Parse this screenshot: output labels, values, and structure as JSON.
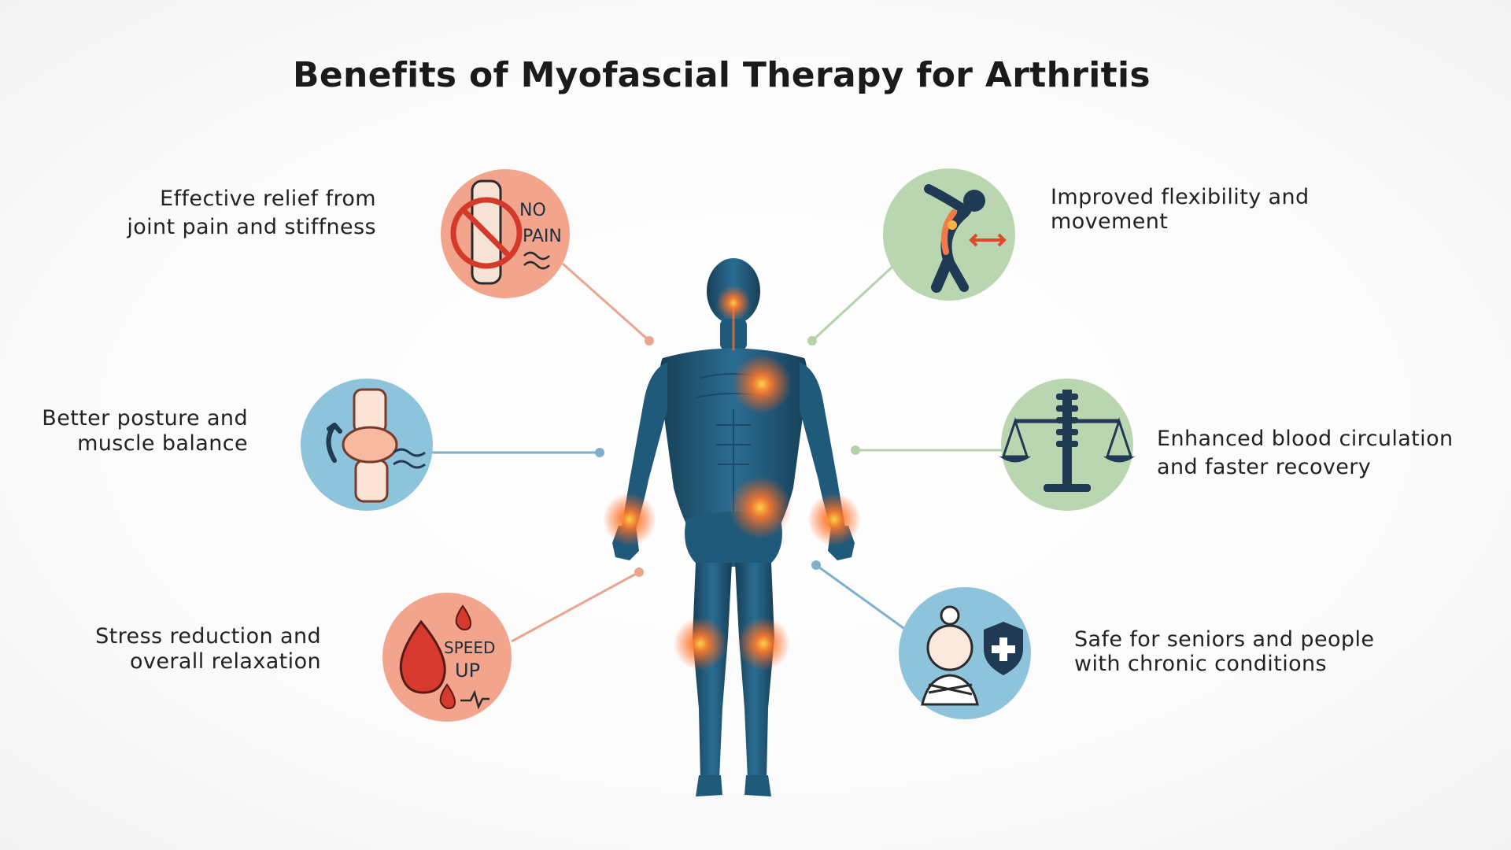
{
  "title": "Benefits of Myofascial Therapy for Arthritis",
  "benefits": [
    {
      "lines": [
        "Effective relief from",
        "joint pain and stiffness"
      ],
      "icon": "no-pain-joint-icon",
      "badge_lines": [
        "NO",
        "PAIN"
      ],
      "color": "#f2a48c"
    },
    {
      "lines": [
        "Improved flexibility and",
        "movement"
      ],
      "icon": "stretching-figure-icon",
      "color": "#b9d6b0"
    },
    {
      "lines": [
        "Better posture and",
        "muscle balance"
      ],
      "icon": "knee-joint-icon",
      "color": "#8ec3dc"
    },
    {
      "lines": [
        "Enhanced blood circulation",
        "and faster recovery"
      ],
      "icon": "spine-balance-scale-icon",
      "color": "#b9d6b0"
    },
    {
      "lines": [
        "Stress reduction and",
        "overall relaxation"
      ],
      "icon": "blood-drop-speed-icon",
      "badge_lines": [
        "SPEED",
        "UP"
      ],
      "color": "#f2a48c"
    },
    {
      "lines": [
        "Safe for seniors and people",
        "with chronic conditions"
      ],
      "icon": "senior-shield-icon",
      "color": "#8ec3dc"
    }
  ],
  "colors": {
    "body": "#1f5a7a",
    "body_dark": "#173f57",
    "glow": "#ff7a2a",
    "coral": "#f2a48c",
    "sage": "#b9d6b0",
    "sky": "#8ec3dc"
  }
}
